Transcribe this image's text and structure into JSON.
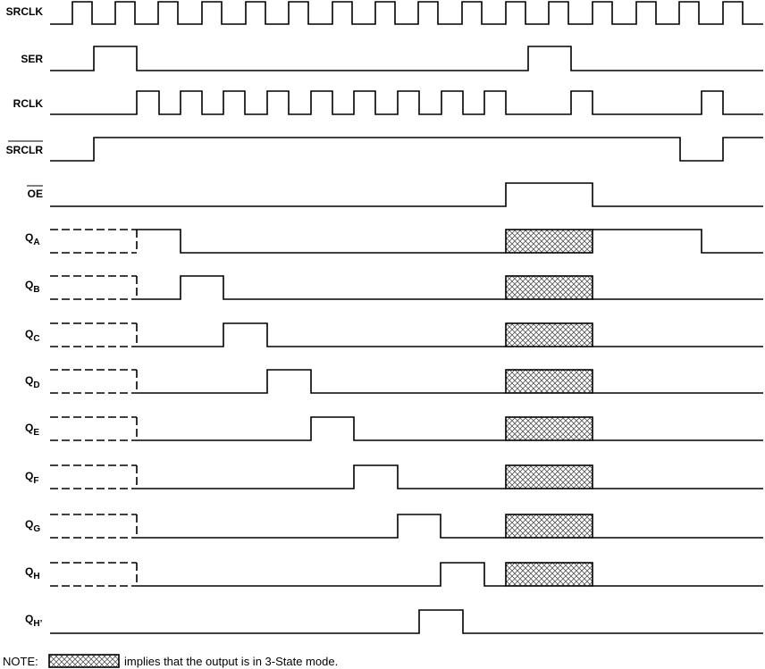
{
  "diagram": {
    "signals": [
      {
        "id": "srclk",
        "label": "SRCLK",
        "bar": false
      },
      {
        "id": "ser",
        "label": "SER",
        "bar": false
      },
      {
        "id": "rclk",
        "label": "RCLK",
        "bar": false
      },
      {
        "id": "srclr",
        "label": "SRCLR",
        "bar": true
      },
      {
        "id": "oe",
        "label": "OE",
        "bar": true
      },
      {
        "id": "qa",
        "label": "Q",
        "sub": "A"
      },
      {
        "id": "qb",
        "label": "Q",
        "sub": "B"
      },
      {
        "id": "qc",
        "label": "Q",
        "sub": "C"
      },
      {
        "id": "qd",
        "label": "Q",
        "sub": "D"
      },
      {
        "id": "qe",
        "label": "Q",
        "sub": "E"
      },
      {
        "id": "qf",
        "label": "Q",
        "sub": "F"
      },
      {
        "id": "qg",
        "label": "Q",
        "sub": "G"
      },
      {
        "id": "qh",
        "label": "Q",
        "sub": "H"
      },
      {
        "id": "qhp",
        "label": "Q",
        "sub": "H’"
      }
    ],
    "note": {
      "prefix": "NOTE:",
      "text": "implies that the output is in 3-State mode."
    },
    "colors": {
      "line": "#000000",
      "background": "#ffffff",
      "hatch": "#555555"
    }
  }
}
